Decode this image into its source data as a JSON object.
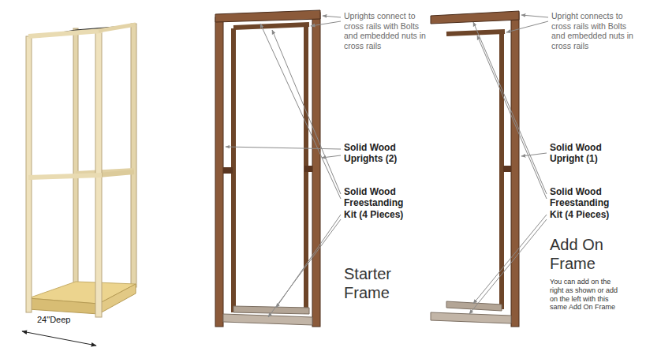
{
  "diagram": {
    "labels": [
      "24\"Deep",
      "Uprights connect to cross rails with Bolts and embedded nuts in cross rails",
      "Solid Wood Uprights (2)",
      "Solid Wood Freestanding Kit (4 Pieces)",
      "Starter Frame",
      "Upright connects to cross rails with Bolts and embedded nuts in cross rails",
      "Solid Wood Upright (1)",
      "Solid Wood Freestanding Kit (4 Pieces)",
      "Add On Frame",
      "You can add on the right as shown or add on the left with this same Add On Frame"
    ]
  }
}
